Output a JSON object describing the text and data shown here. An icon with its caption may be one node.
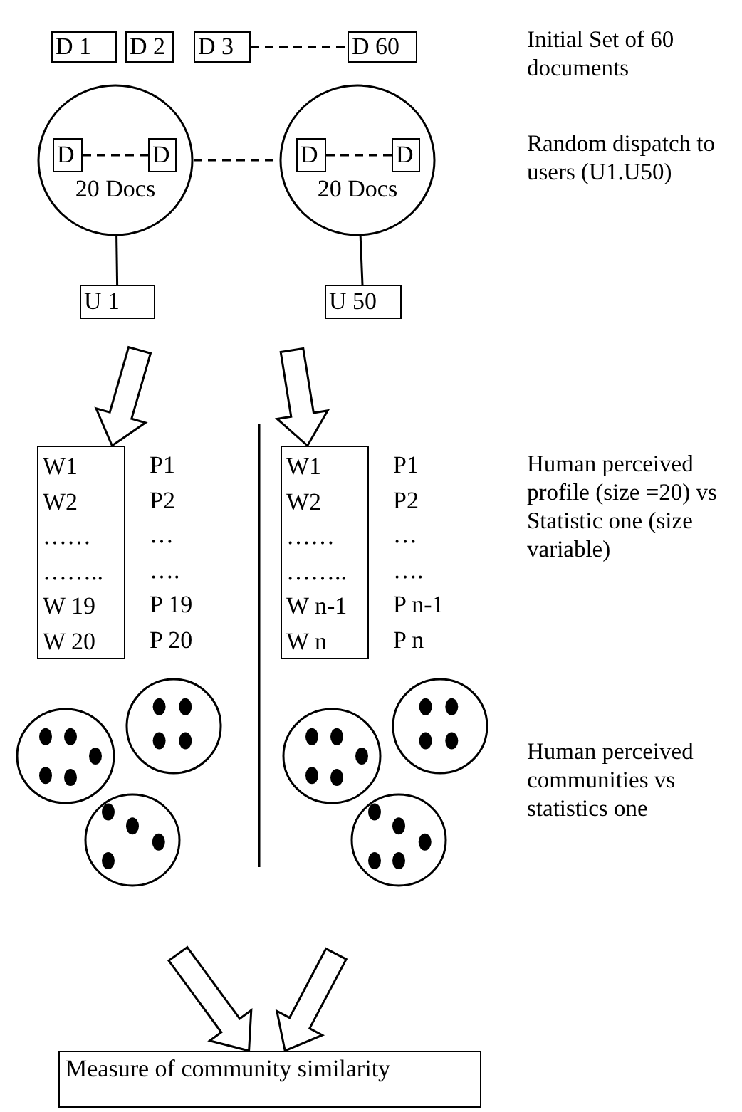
{
  "diagram": {
    "nodes": [
      {
        "text": [
          "D 1"
        ]
      },
      {
        "text": [
          "D 2"
        ]
      },
      {
        "text": [
          "D 3"
        ]
      },
      {
        "text": [
          "D 60"
        ]
      },
      {
        "text": [
          "20 Docs"
        ]
      },
      {
        "text": [
          "D"
        ],
        "in": 4
      },
      {
        "text": [
          "D"
        ],
        "in": 4
      },
      {
        "text": [
          "20 Docs"
        ]
      },
      {
        "text": [
          "D"
        ],
        "in": 7
      },
      {
        "text": [
          "D"
        ],
        "in": 7
      },
      {
        "text": [
          "U 1"
        ]
      },
      {
        "text": [
          "U 50"
        ]
      },
      {
        "text": [
          "W1",
          "W2",
          "……",
          "……..",
          "W 19",
          "W 20"
        ],
        "beside": [
          "P1",
          "P2",
          "…",
          "….",
          "P 19",
          "P 20"
        ]
      },
      {
        "text": [
          "W1",
          "W2",
          "……",
          "……..",
          "W n-1",
          "W n"
        ],
        "beside": [
          "P1",
          "P2",
          "…",
          "….",
          "P n-1",
          "P n"
        ]
      },
      {
        "text": [],
        "shape": "circle"
      },
      {
        "text": [],
        "shape": "circle"
      },
      {
        "text": [],
        "shape": "circle"
      },
      {
        "text": [],
        "shape": "circle"
      },
      {
        "text": [],
        "shape": "circle"
      },
      {
        "text": [],
        "shape": "circle"
      },
      {
        "text": [
          "Measure of community similarity"
        ]
      }
    ],
    "edges": [
      {
        "from": 2,
        "to": 3,
        "arrow": "none",
        "style": "dashed"
      },
      {
        "from": 5,
        "to": 6,
        "arrow": "none",
        "style": "dashed"
      },
      {
        "from": 4,
        "to": 7,
        "arrow": "none",
        "style": "dashed"
      },
      {
        "from": 8,
        "to": 9,
        "arrow": "none",
        "style": "dashed"
      },
      {
        "from": 4,
        "to": 10,
        "arrow": "none"
      },
      {
        "from": 7,
        "to": 11,
        "arrow": "none"
      },
      {
        "from": null,
        "to": 12,
        "arrow": "to",
        "style": "thick"
      },
      {
        "from": null,
        "to": 13,
        "arrow": "to",
        "style": "thick"
      },
      {
        "from": null,
        "to": 20,
        "arrow": "to",
        "style": "thick"
      },
      {
        "from": null,
        "to": 20,
        "arrow": "to",
        "style": "thick"
      }
    ],
    "labels": [
      "Initial Set of 60 documents",
      "Random dispatch to users (U1.U50)",
      "Human perceived profile (size =20) vs Statistic one (size variable)",
      "Human perceived communities vs statistics one"
    ]
  }
}
